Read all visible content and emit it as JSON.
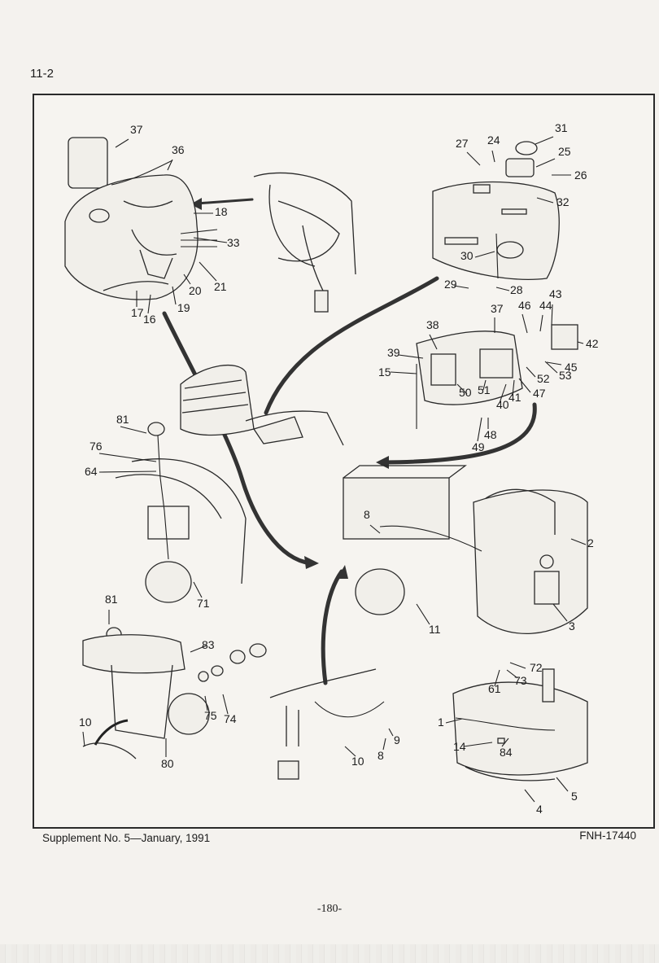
{
  "header": {
    "section_ref": "11-2"
  },
  "footer": {
    "supplement": "Supplement No. 5—January, 1991",
    "doc_code": "FNH-17440",
    "page_number": "-180-"
  },
  "callouts": [
    "1",
    "2",
    "3",
    "4",
    "5",
    "8",
    "8",
    "9",
    "10",
    "10",
    "11",
    "14",
    "15",
    "16",
    "17",
    "18",
    "19",
    "20",
    "21",
    "24",
    "25",
    "26",
    "27",
    "28",
    "29",
    "30",
    "31",
    "32",
    "33",
    "36",
    "37",
    "37",
    "38",
    "39",
    "40",
    "41",
    "42",
    "43",
    "44",
    "45",
    "46",
    "47",
    "48",
    "49",
    "50",
    "51",
    "52",
    "53",
    "61",
    "64",
    "71",
    "72",
    "73",
    "74",
    "75",
    "76",
    "80",
    "81",
    "81",
    "83",
    "84"
  ]
}
